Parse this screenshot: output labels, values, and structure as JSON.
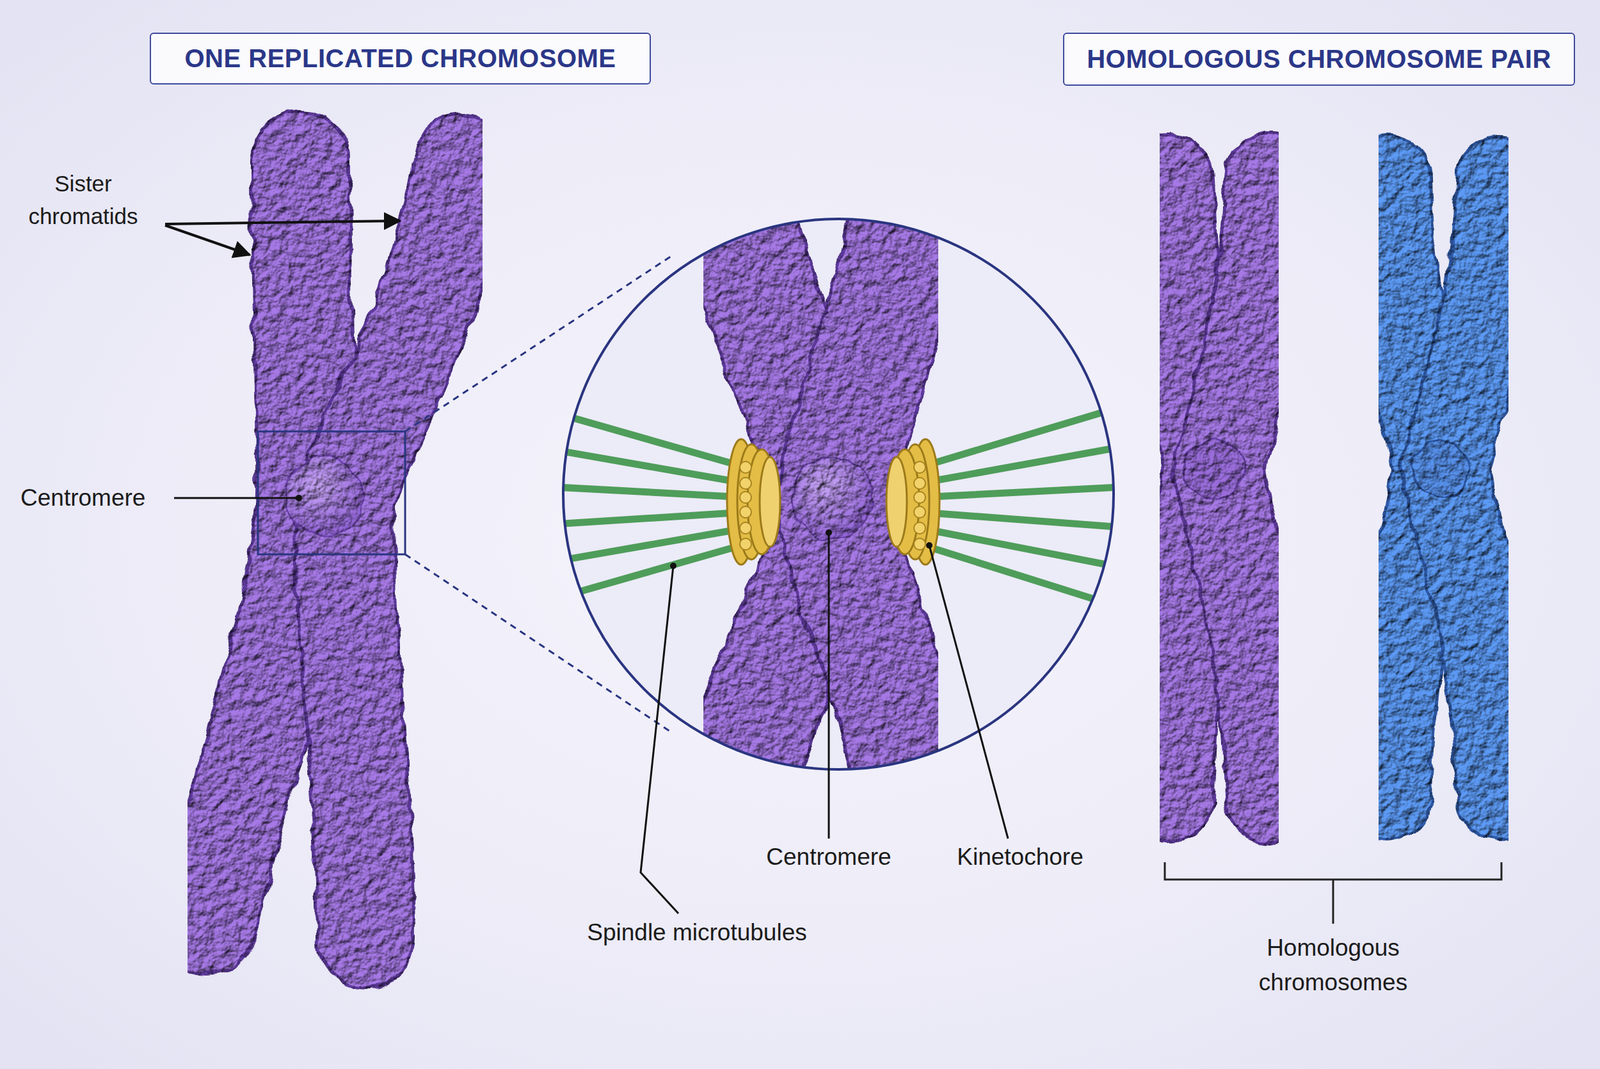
{
  "diagram": {
    "nodes": [
      {
        "text": [
          "ONE REPLICATED CHROMOSOME"
        ]
      },
      {
        "text": [
          "HOMOLOGOUS CHROMOSOME PAIR"
        ]
      }
    ],
    "labels": [
      "Sister chromatids",
      "Centromere",
      "Centromere",
      "Kinetochore",
      "Spindle microtubules",
      "Homologous chromosomes"
    ]
  }
}
